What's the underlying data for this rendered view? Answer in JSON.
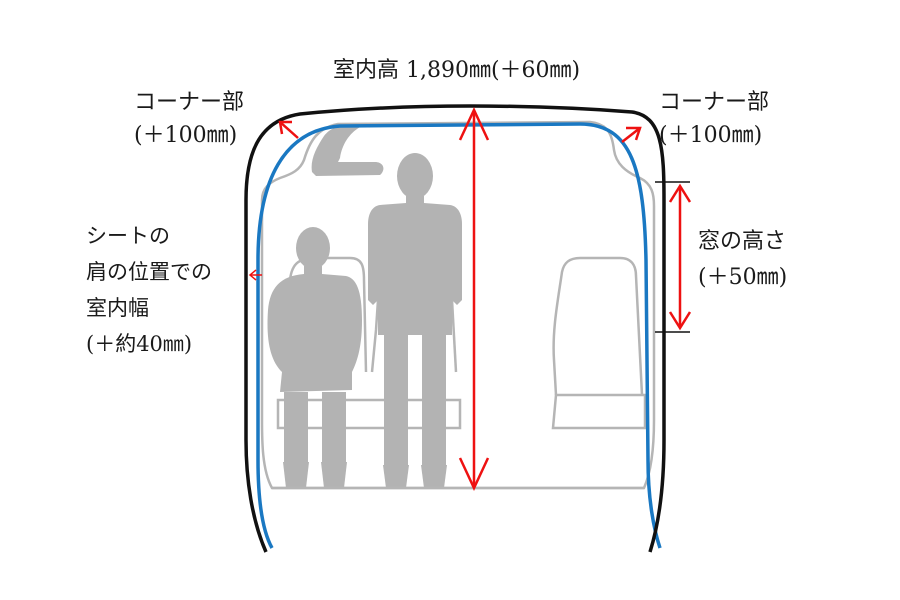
{
  "labels": {
    "interior_height": "室内高 1,890㎜(＋60㎜)",
    "corner_left": {
      "line1": "コーナー部",
      "line2": "(＋100㎜)"
    },
    "corner_right": {
      "line1": "コーナー部",
      "line2": "(＋100㎜)"
    },
    "shoulder_width": {
      "line1": "シートの",
      "line2": "肩の位置での",
      "line3": "室内幅",
      "line4": "(＋約40㎜)"
    },
    "window_height": {
      "line1": "窓の高さ",
      "line2": "(＋50㎜)"
    }
  },
  "colors": {
    "new_body_outline": "#111111",
    "old_body_outline": "#1a78c2",
    "interior_outline": "#b5b5b5",
    "silhouette": "#b3b3b3",
    "dimension_arrow": "#ee1111"
  }
}
